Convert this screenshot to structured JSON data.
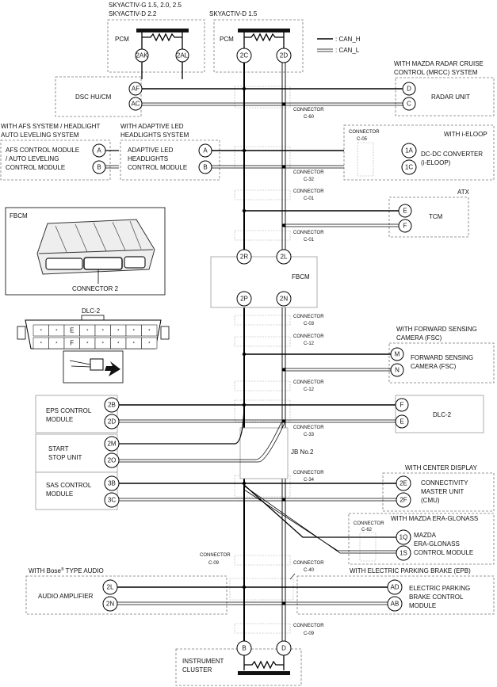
{
  "legend": {
    "can_h": ": CAN_H",
    "can_l": ": CAN_L"
  },
  "top": {
    "skyactiv_g_line1": "SKYACTIV-G 1.5, 2.0, 2.5",
    "skyactiv_g_line2": "SKYACTIV-D 2.2",
    "skyactiv_d": "SKYACTIV-D 1.5",
    "pcm1": "PCM",
    "pcm2": "PCM",
    "pin_2ak": "2AK",
    "pin_2al": "2AL",
    "pin_2c": "2C",
    "pin_2d": "2D"
  },
  "headers": {
    "mrcc_line1": "WITH MAZDA RADAR CRUISE",
    "mrcc_line2": "CONTROL (MRCC) SYSTEM",
    "afs_line1": "WITH AFS SYSTEM / HEADLIGHT",
    "afs_line2": "AUTO LEVELING SYSTEM",
    "led_line1": "WITH ADAPTIVE LED",
    "led_line2": "HEADLIGHTS SYSTEM",
    "ieloop": "WITH i-ELOOP",
    "atx": "ATX",
    "fsc_line1": "WITH FORWARD SENSING",
    "fsc_line2": "CAMERA (FSC)",
    "center_display": "WITH CENTER DISPLAY",
    "era_glonass": "WITH MAZDA ERA-GLONASS",
    "epb": "WITH ELECTRIC PARKING BRAKE (EPB)",
    "bose_pre": "WITH Bose",
    "bose_reg": "®",
    "bose_post": " TYPE AUDIO"
  },
  "modules": {
    "dsc_hu_cm": "DSC HU/CM",
    "radar_unit": "RADAR UNIT",
    "afs_line1": "AFS CONTROL MODULE",
    "afs_line2": "/ AUTO LEVELING",
    "afs_line3": "CONTROL MODULE",
    "led_line1": "ADAPTIVE LED",
    "led_line2": "HEADLIGHTS",
    "led_line3": "CONTROL MODULE",
    "dcdc_line1": "DC-DC CONVERTER",
    "dcdc_line2": "(i-ELOOP)",
    "tcm": "TCM",
    "fbcm_photo": "FBCM",
    "connector2": "CONNECTOR 2",
    "fbcm": "FBCM",
    "dlc2_photo": "DLC-2",
    "fsc_line1": "FORWARD SENSING",
    "fsc_line2": "CAMERA (FSC)",
    "eps_line1": "EPS CONTROL",
    "eps_line2": "MODULE",
    "dlc2": "DLC-2",
    "start_line1": "START",
    "start_line2": "STOP UNIT",
    "jb": "JB No.2",
    "sas_line1": "SAS CONTROL",
    "sas_line2": "MODULE",
    "cmu_line1": "CONNECTIVITY",
    "cmu_line2": "MASTER UNIT",
    "cmu_line3": "(CMU)",
    "era_line1": "MAZDA",
    "era_line2": "ERA-GLONASS",
    "era_line3": "CONTROL MODULE",
    "audio": "AUDIO AMPLIFIER",
    "epb_line1": "ELECTRIC PARKING",
    "epb_line2": "BRAKE CONTROL",
    "epb_line3": "MODULE",
    "cluster_line1": "INSTRUMENT",
    "cluster_line2": "CLUSTER"
  },
  "pins": {
    "af": "AF",
    "ac": "AC",
    "d_radar": "D",
    "c_radar": "C",
    "a_afs": "A",
    "b_afs": "B",
    "a_led": "A",
    "b_led": "B",
    "p1a": "1A",
    "p1c": "1C",
    "e_tcm": "E",
    "f_tcm": "F",
    "p2r": "2R",
    "p2l": "2L",
    "p2p": "2P",
    "p2n": "2N",
    "m_fsc": "M",
    "n_fsc": "N",
    "p2b": "2B",
    "p2d": "2D",
    "f_dlc": "F",
    "e_dlc": "E",
    "p2m": "2M",
    "p2o": "2O",
    "p3b": "3B",
    "p3c": "3C",
    "p2e": "2E",
    "p2f": "2F",
    "p1q": "1Q",
    "p1s": "1S",
    "p2l_audio": "2L",
    "p2n_audio": "2N",
    "ad": "AD",
    "ab": "AB",
    "b_cluster": "B",
    "d_cluster": "D"
  },
  "connectors": {
    "connector_word": "CONNECTOR",
    "c60": "C-60",
    "c05": "C-05",
    "c32": "C-32",
    "c01a": "C-01",
    "c01b": "C-01",
    "c03": "C-03",
    "c12a": "C-12",
    "c12b": "C-12",
    "c33": "C-33",
    "c34": "C-34",
    "c62": "C-62",
    "c09a": "C-09",
    "c40": "C-40",
    "c09b": "C-09"
  },
  "dlc_pins": {
    "row1": [
      "*",
      "*",
      "E",
      "*",
      "*",
      "*",
      "*",
      "*"
    ],
    "row2": [
      "*",
      "*",
      "F",
      "*",
      "*",
      "*",
      "*",
      "*"
    ]
  },
  "colors": {
    "wire": "#000000",
    "dashed_border": "#777777",
    "background": "#ffffff"
  }
}
